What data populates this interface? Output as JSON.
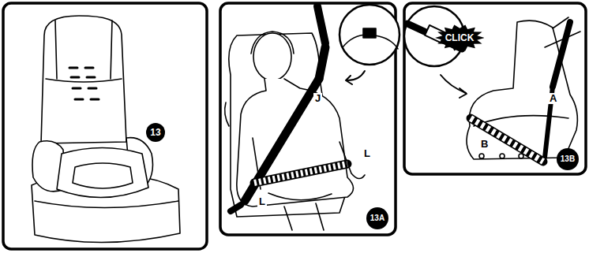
{
  "diagram": {
    "nodes": [
      {
        "text": [
          "13"
        ]
      },
      {
        "text": [
          "13A"
        ]
      },
      {
        "text": [
          "CLICK"
        ]
      },
      {
        "text": [
          "13B"
        ]
      }
    ],
    "edges": [],
    "labels": [
      "J",
      "L",
      "L",
      "A",
      "B"
    ]
  }
}
